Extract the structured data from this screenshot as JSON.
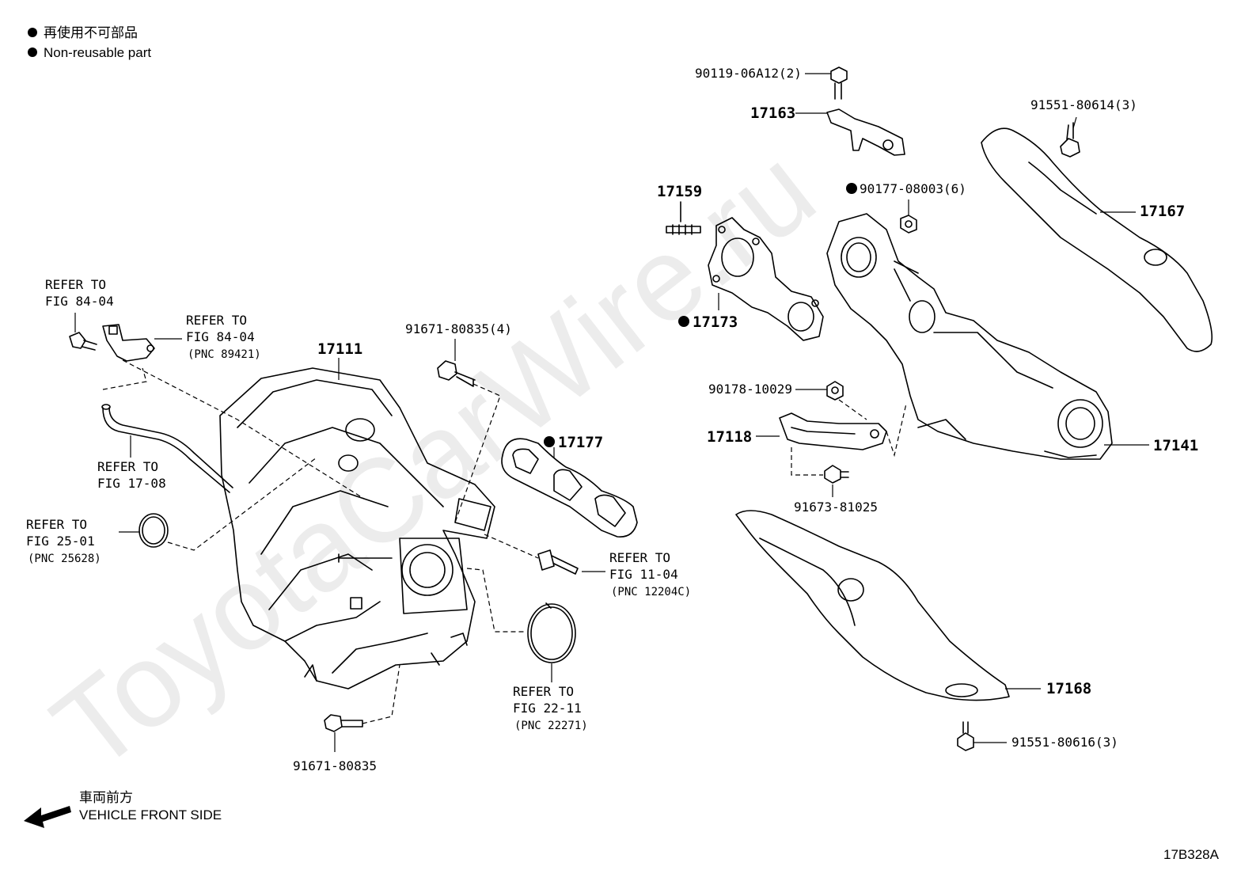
{
  "legend": {
    "japanese": "再使用不可部品",
    "english": "Non-reusable part"
  },
  "front_side": {
    "japanese": "車両前方",
    "english": "VEHICLE FRONT SIDE"
  },
  "figure_code": "17B328A",
  "watermark": "ToyotaCarWire.ru",
  "refer": {
    "fig8404_a": [
      "REFER TO",
      "FIG 84-04"
    ],
    "fig8404_b": [
      "REFER TO",
      "FIG 84-04",
      "(PNC 89421)"
    ],
    "fig1708": [
      "REFER TO",
      "FIG 17-08"
    ],
    "fig2501": [
      "REFER TO",
      "FIG 25-01",
      "(PNC 25628)"
    ],
    "fig1104": [
      "REFER TO",
      "FIG 11-04",
      "(PNC 12204C)"
    ],
    "fig2211": [
      "REFER TO",
      "FIG 22-11",
      "(PNC 22271)"
    ]
  },
  "parts": {
    "p17111": "17111",
    "p91671_4": "91671-80835(4)",
    "p17177": "17177",
    "p91671": "91671-80835",
    "p90119": "90119-06A12(2)",
    "p17163": "17163",
    "p91551_3a": "91551-80614(3)",
    "p17159": "17159",
    "p90177": "90177-08003(6)",
    "p17167": "17167",
    "p17173": "17173",
    "p90178": "90178-10029",
    "p17118": "17118",
    "p17141": "17141",
    "p91673": "91673-81025",
    "p17168": "17168",
    "p91551_3b": "91551-80616(3)"
  }
}
